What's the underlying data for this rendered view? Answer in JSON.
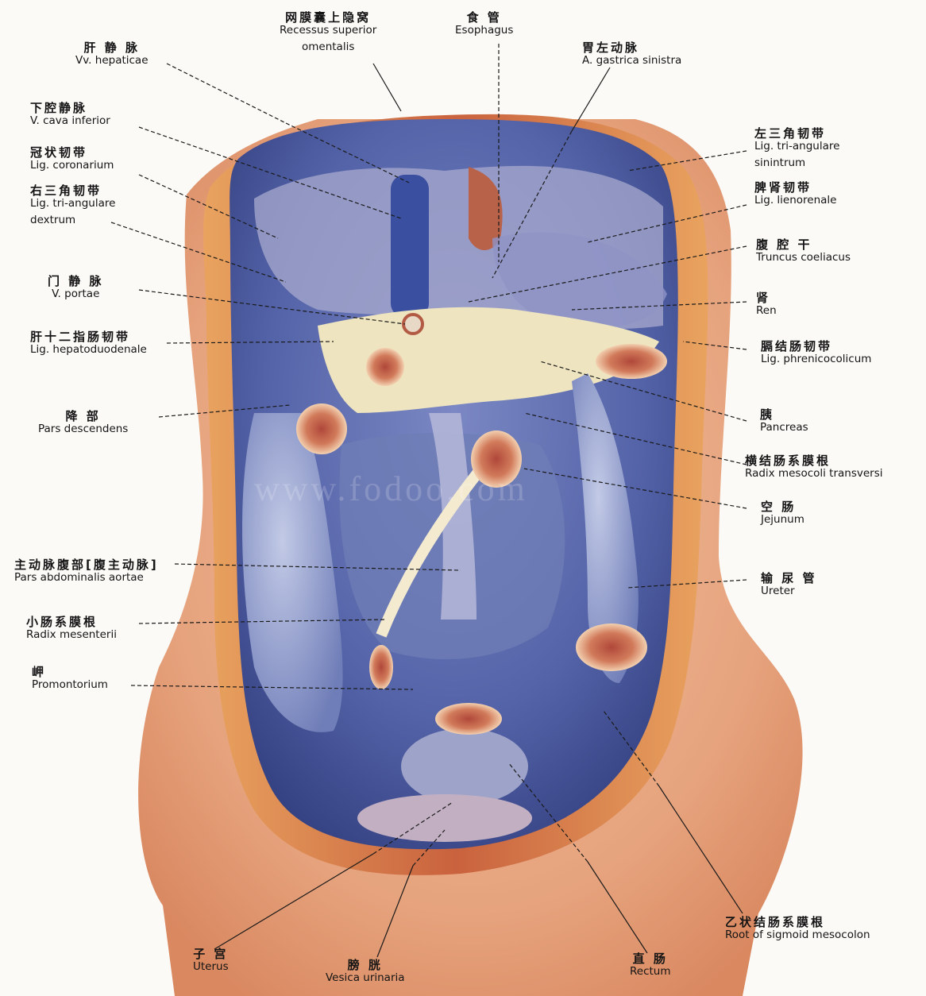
{
  "labels": {
    "recessus": {
      "zh": "网膜囊上隐窝",
      "la1": "Recessus superior",
      "la2": "omentalis"
    },
    "esophagus": {
      "zh": "食 管",
      "la": "Esophagus"
    },
    "hepaticae": {
      "zh": "肝 静 脉",
      "la": "Vv. hepaticae"
    },
    "gastrica": {
      "zh": "胃左动脉",
      "la": "A. gastrica sinistra"
    },
    "cava": {
      "zh": "下腔静脉",
      "la": "V. cava inferior"
    },
    "tri_sin": {
      "zh": "左三角韧带",
      "la1": "Lig. tri-angulare",
      "la2": "sinintrum"
    },
    "coronarium": {
      "zh": "冠状韧带",
      "la": "Lig. coronarium"
    },
    "lienorenale": {
      "zh": "脾肾韧带",
      "la": "Lig. lienorenale"
    },
    "tri_dex": {
      "zh": "右三角韧带",
      "la1": "Lig. tri-angulare",
      "la2": "dextrum"
    },
    "coeliacus": {
      "zh": "腹 腔 干",
      "la": "Truncus coeliacus"
    },
    "portae": {
      "zh": "门 静 脉",
      "la": "V. portae"
    },
    "ren": {
      "zh": "肾",
      "la": "Ren"
    },
    "hepatoduodenale": {
      "zh": "肝十二指肠韧带",
      "la": "Lig. hepatoduodenale"
    },
    "phrenicocolicum": {
      "zh": "膈结肠韧带",
      "la": "Lig. phrenicocolicum"
    },
    "descendens": {
      "zh": "降 部",
      "la": "Pars descendens"
    },
    "pancreas": {
      "zh": "胰",
      "la": "Pancreas"
    },
    "mesocoli": {
      "zh": "横结肠系膜根",
      "la": "Radix mesocoli transversi"
    },
    "jejunum": {
      "zh": "空 肠",
      "la": "Jejunum"
    },
    "aortae": {
      "zh": "主动脉腹部[腹主动脉]",
      "la": "Pars abdominalis aortae"
    },
    "ureter": {
      "zh": "输 尿 管",
      "la": "Ureter"
    },
    "mesenterii": {
      "zh": "小肠系膜根",
      "la": "Radix mesenterii"
    },
    "promontorium": {
      "zh": "岬",
      "la": "Promontorium"
    },
    "sigmoid": {
      "zh": "乙状结肠系膜根",
      "la": "Root of sigmoid mesocolon"
    },
    "uterus": {
      "zh": "子 宫",
      "la": "Uterus"
    },
    "vesica": {
      "zh": "膀 胱",
      "la": "Vesica urinaria"
    },
    "rectum": {
      "zh": "直 肠",
      "la": "Rectum"
    }
  },
  "watermark": "www.fodoo.com",
  "colors": {
    "skin": "#e8a57c",
    "cavity": "#4d5fa6",
    "liver": "#c7c3d3",
    "pancreas": "#f1e8c4",
    "colon": "#8a97c6",
    "wall": "#d9794f"
  }
}
